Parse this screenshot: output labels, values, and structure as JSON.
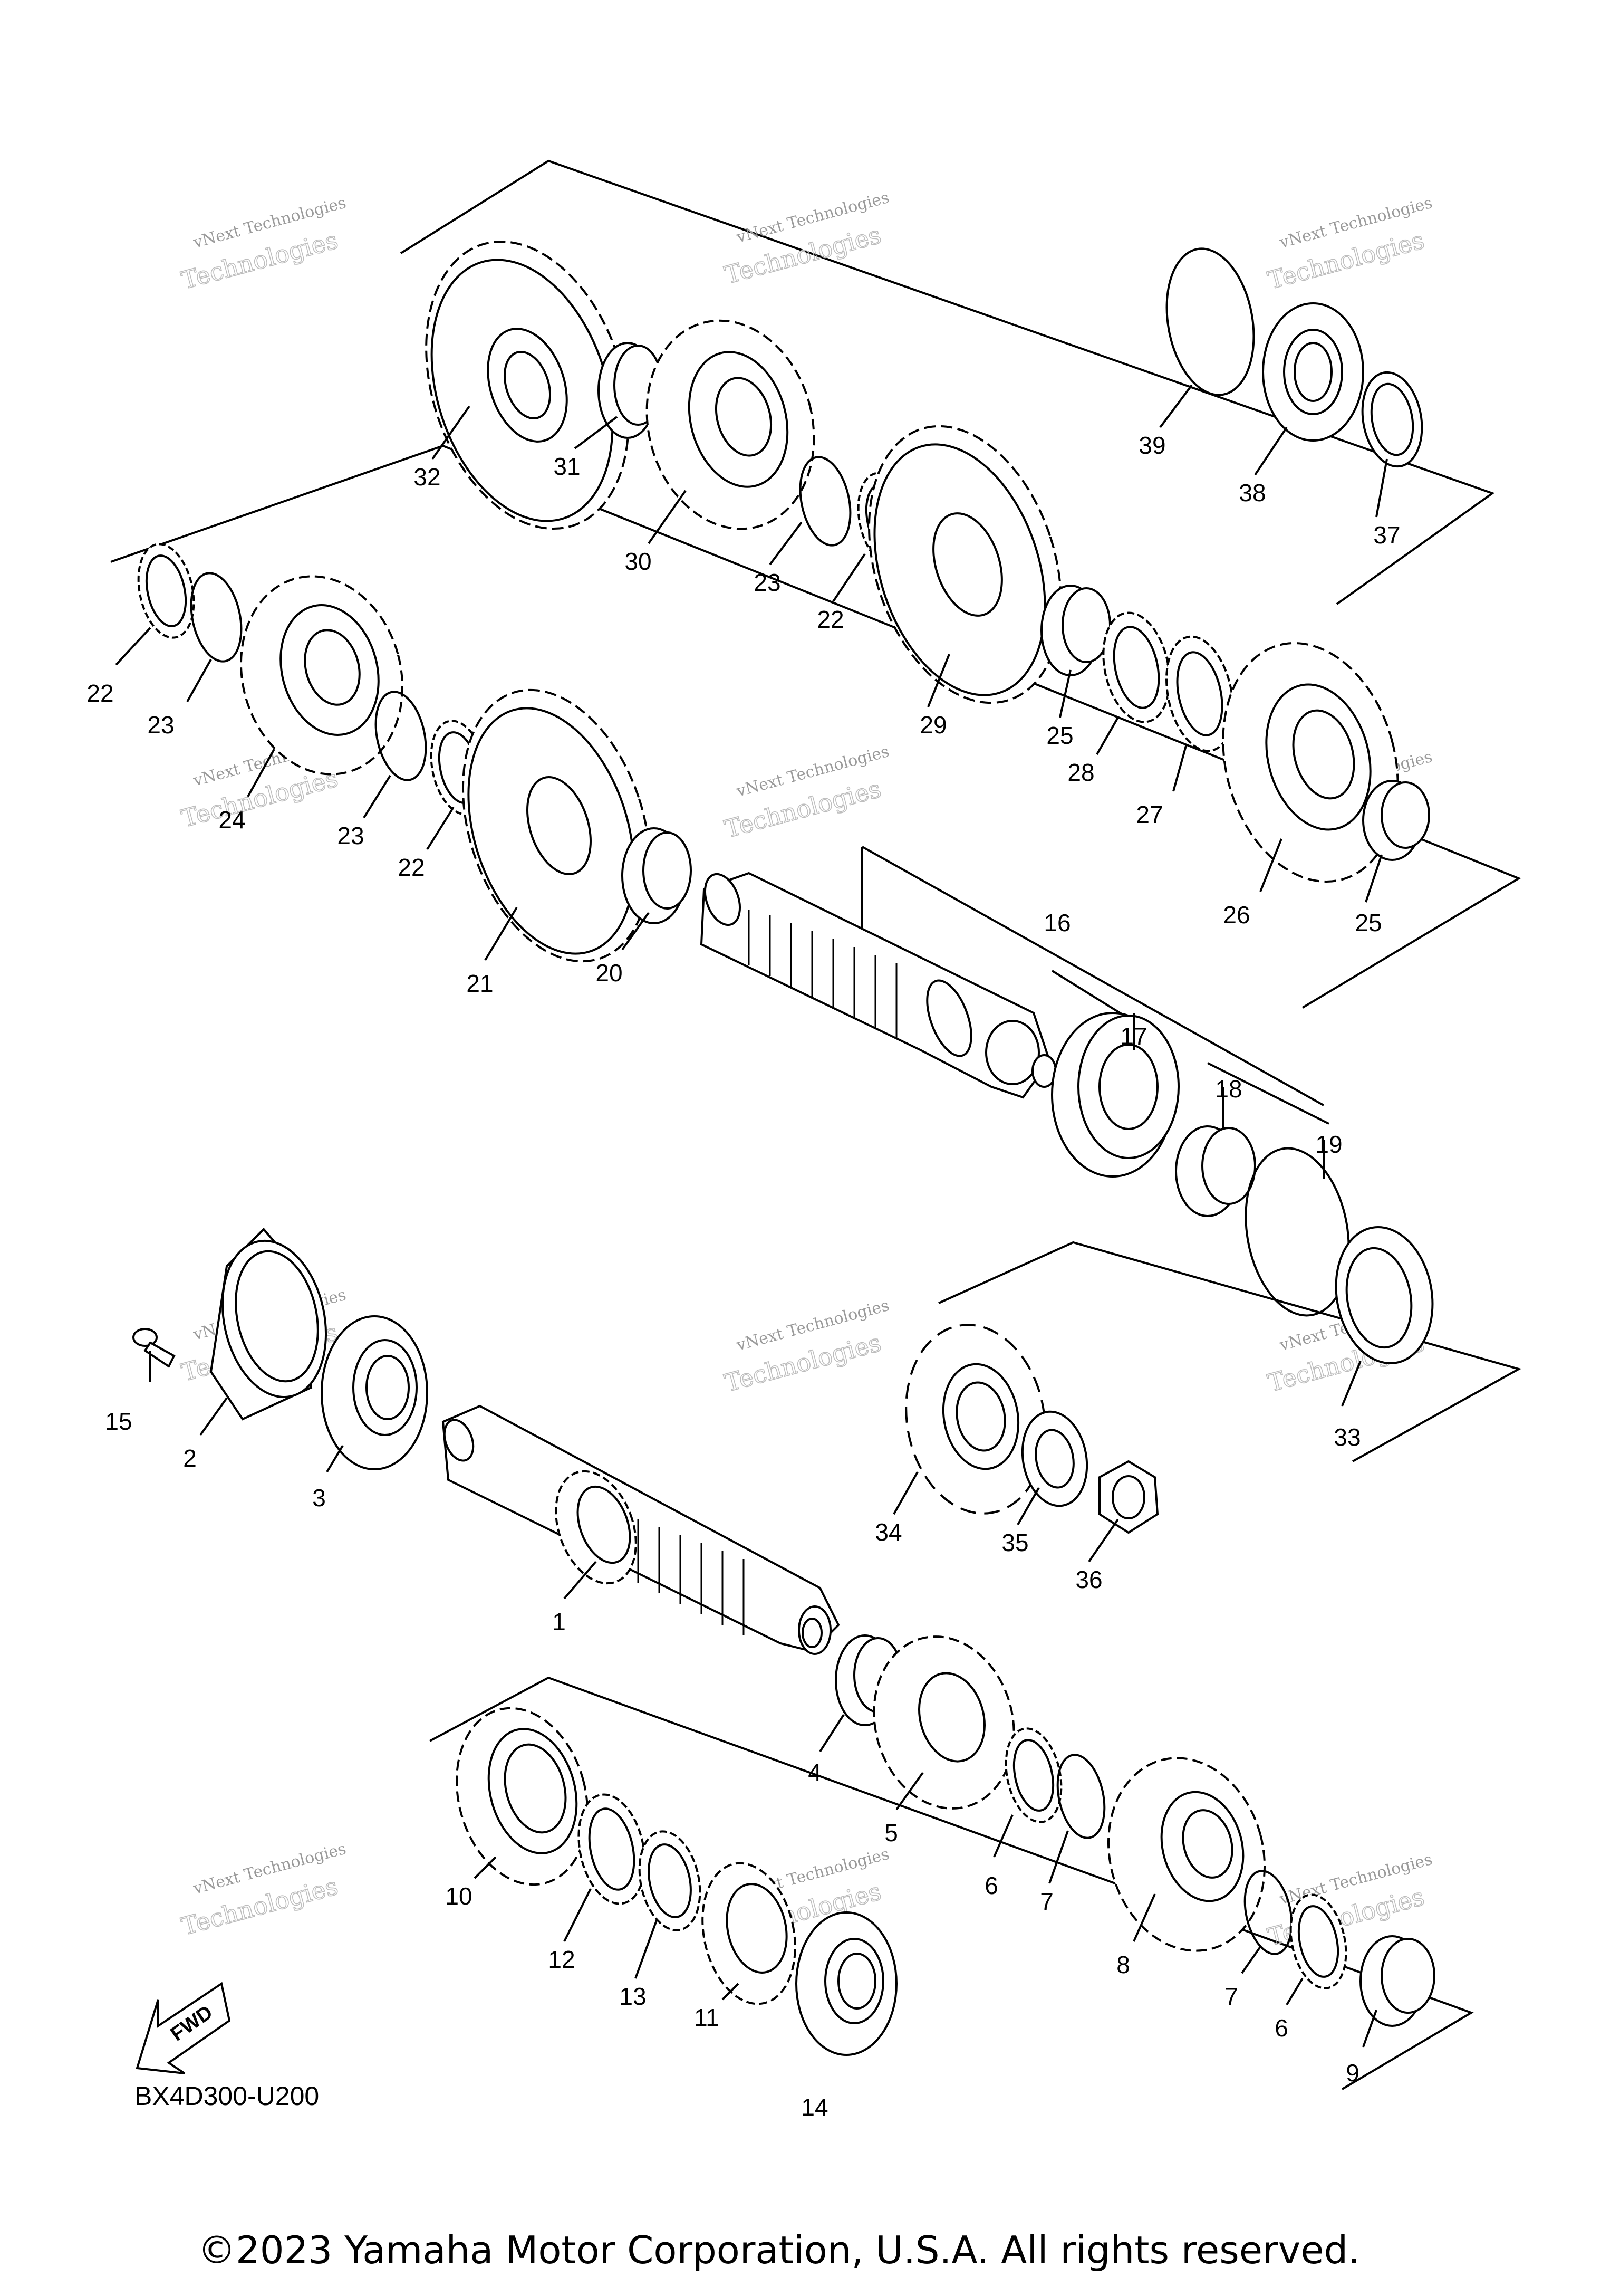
{
  "diagram": {
    "code": "BX4D300-U200",
    "direction_label": "FWD",
    "copyright": "©2023 Yamaha Motor Corporation, U.S.A. All rights reserved.",
    "watermark": {
      "line1": "vNext Technologies",
      "line2": "Technologies",
      "small": "vNext"
    },
    "callouts": [
      "32",
      "31",
      "30",
      "23",
      "22",
      "29",
      "39",
      "38",
      "37",
      "22",
      "23",
      "24",
      "23",
      "22",
      "21",
      "20",
      "25",
      "28",
      "27",
      "26",
      "25",
      "16",
      "17",
      "18",
      "19",
      "15",
      "2",
      "3",
      "1",
      "34",
      "35",
      "36",
      "33",
      "4",
      "5",
      "6",
      "7",
      "8",
      "7",
      "6",
      "9",
      "10",
      "12",
      "13",
      "11",
      "14"
    ]
  }
}
